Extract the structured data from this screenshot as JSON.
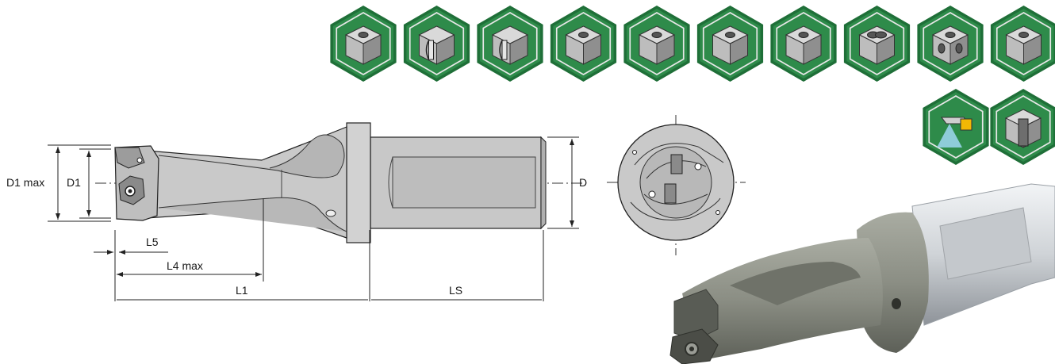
{
  "dimensions": {
    "d1_max": "D1 max",
    "d1": "D1",
    "l5": "L5",
    "l4_max": "L4 max",
    "l1": "L1",
    "ls": "LS",
    "d": "D"
  },
  "application_icons": [
    {
      "icon": "cube-drilling-icon"
    },
    {
      "icon": "cube-half-hole-icon"
    },
    {
      "icon": "cube-edge-hole-icon"
    },
    {
      "icon": "cube-inclined-exit-icon"
    },
    {
      "icon": "cube-step-icon"
    },
    {
      "icon": "cube-cross-hole-icon"
    },
    {
      "icon": "cube-convex-icon"
    },
    {
      "icon": "cube-overlap-holes-icon"
    },
    {
      "icon": "cube-intersecting-holes-icon"
    },
    {
      "icon": "cube-inclined-entry-icon"
    },
    {
      "icon": "coolant-icon"
    },
    {
      "icon": "cube-deep-hole-icon"
    }
  ],
  "colors": {
    "hex_green_dark": "#1f6f38",
    "hex_green": "#2e8b4a",
    "cube_top": "#d9d9d9",
    "cube_left": "#bdbdbd",
    "cube_right": "#8f8f8f",
    "line": "#1a1a1a"
  }
}
